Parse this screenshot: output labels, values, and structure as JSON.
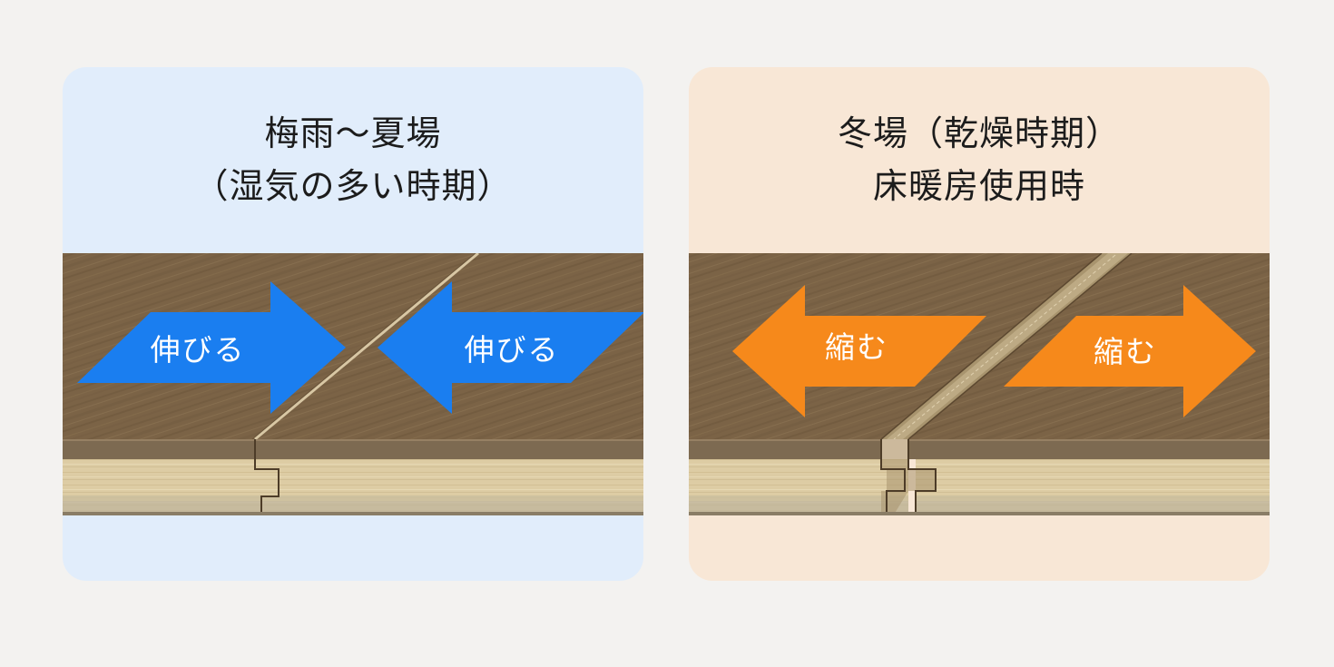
{
  "colors": {
    "page_background": "#f3f2f0",
    "wet_panel_background": "#e1edfb",
    "dry_panel_background": "#f8e7d6",
    "expand_arrow": "#1a7ef0",
    "shrink_arrow": "#f6891b",
    "wood_surface": "#7d6547",
    "core_layer": "#dfcfa8"
  },
  "panels": [
    {
      "id": "wet",
      "title_lines": [
        "梅雨〜夏場",
        "（湿気の多い時期）"
      ],
      "arrow_left_label": "伸びる",
      "arrow_right_label": "伸びる",
      "arrow_icon": "expand-arrow-icon"
    },
    {
      "id": "dry",
      "title_lines": [
        "冬場（乾燥時期）",
        "床暖房使用時"
      ],
      "arrow_left_label": "縮む",
      "arrow_right_label": "縮む",
      "arrow_icon": "shrink-arrow-icon"
    }
  ]
}
